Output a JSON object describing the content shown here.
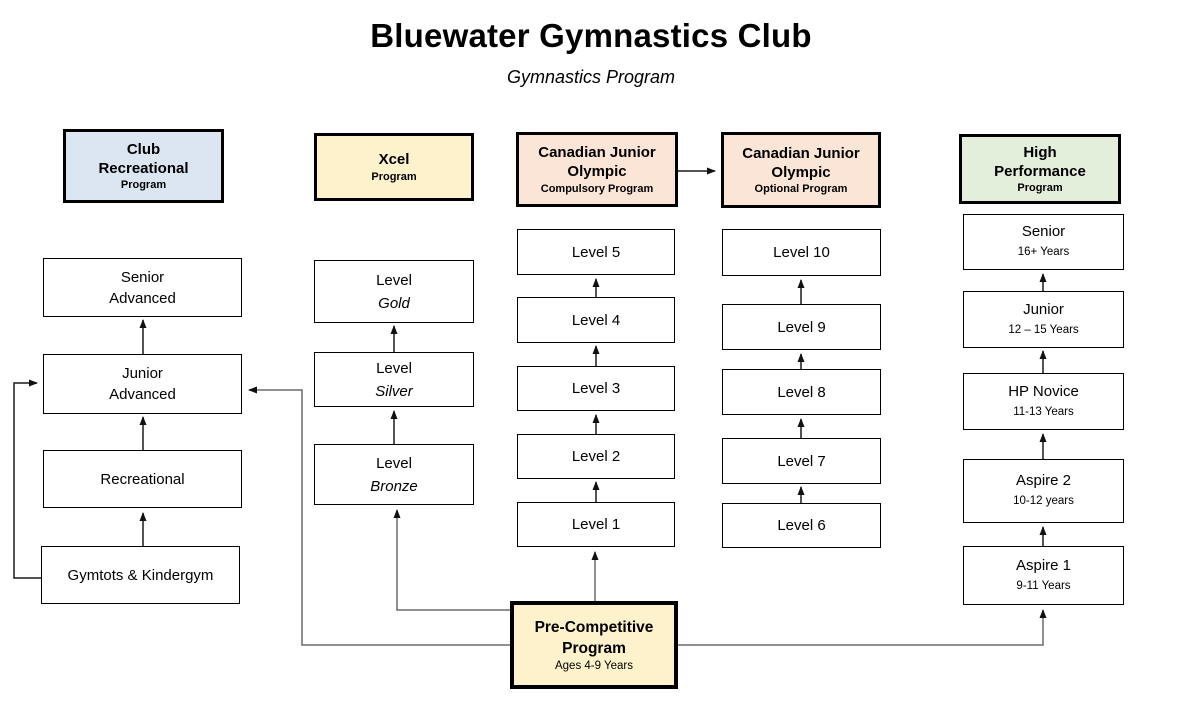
{
  "title": "Bluewater Gymnastics Club",
  "subtitle": "Gymnastics Program",
  "colors": {
    "club_recreational_header": "#dce6f2",
    "xcel_header": "#fdf2cc",
    "cjo_header": "#fbe5d6",
    "high_performance_header": "#e3efdb",
    "pre_competitive": "#fdf2cc"
  },
  "programs": {
    "club_recreational": {
      "header": {
        "title": "Club\nRecreational",
        "subtitle": "Program"
      },
      "levels": [
        "Senior\nAdvanced",
        "Junior\nAdvanced",
        "Recreational",
        "Gymtots & Kindergym"
      ]
    },
    "xcel": {
      "header": {
        "title": "Xcel",
        "subtitle": "Program"
      },
      "levels": [
        {
          "label": "Level",
          "tier": "Gold"
        },
        {
          "label": "Level",
          "tier": "Silver"
        },
        {
          "label": "Level",
          "tier": "Bronze"
        }
      ]
    },
    "cjo_compulsory": {
      "header": {
        "title": "Canadian Junior\nOlympic",
        "subtitle": "Compulsory Program"
      },
      "levels": [
        "Level 5",
        "Level 4",
        "Level 3",
        "Level 2",
        "Level 1"
      ]
    },
    "cjo_optional": {
      "header": {
        "title": "Canadian Junior\nOlympic",
        "subtitle": "Optional Program"
      },
      "levels": [
        "Level 10",
        "Level 9",
        "Level 8",
        "Level 7",
        "Level 6"
      ]
    },
    "high_performance": {
      "header": {
        "title": "High\nPerformance",
        "subtitle": "Program"
      },
      "levels": [
        {
          "name": "Senior",
          "ages": "16+ Years"
        },
        {
          "name": "Junior",
          "ages": "12 – 15 Years"
        },
        {
          "name": "HP Novice",
          "ages": "11-13 Years"
        },
        {
          "name": "Aspire 2",
          "ages": "10-12 years"
        },
        {
          "name": "Aspire 1",
          "ages": "9-11 Years"
        }
      ]
    },
    "pre_competitive": {
      "title": "Pre-Competitive\nProgram",
      "subtitle": "Ages 4-9 Years"
    }
  }
}
